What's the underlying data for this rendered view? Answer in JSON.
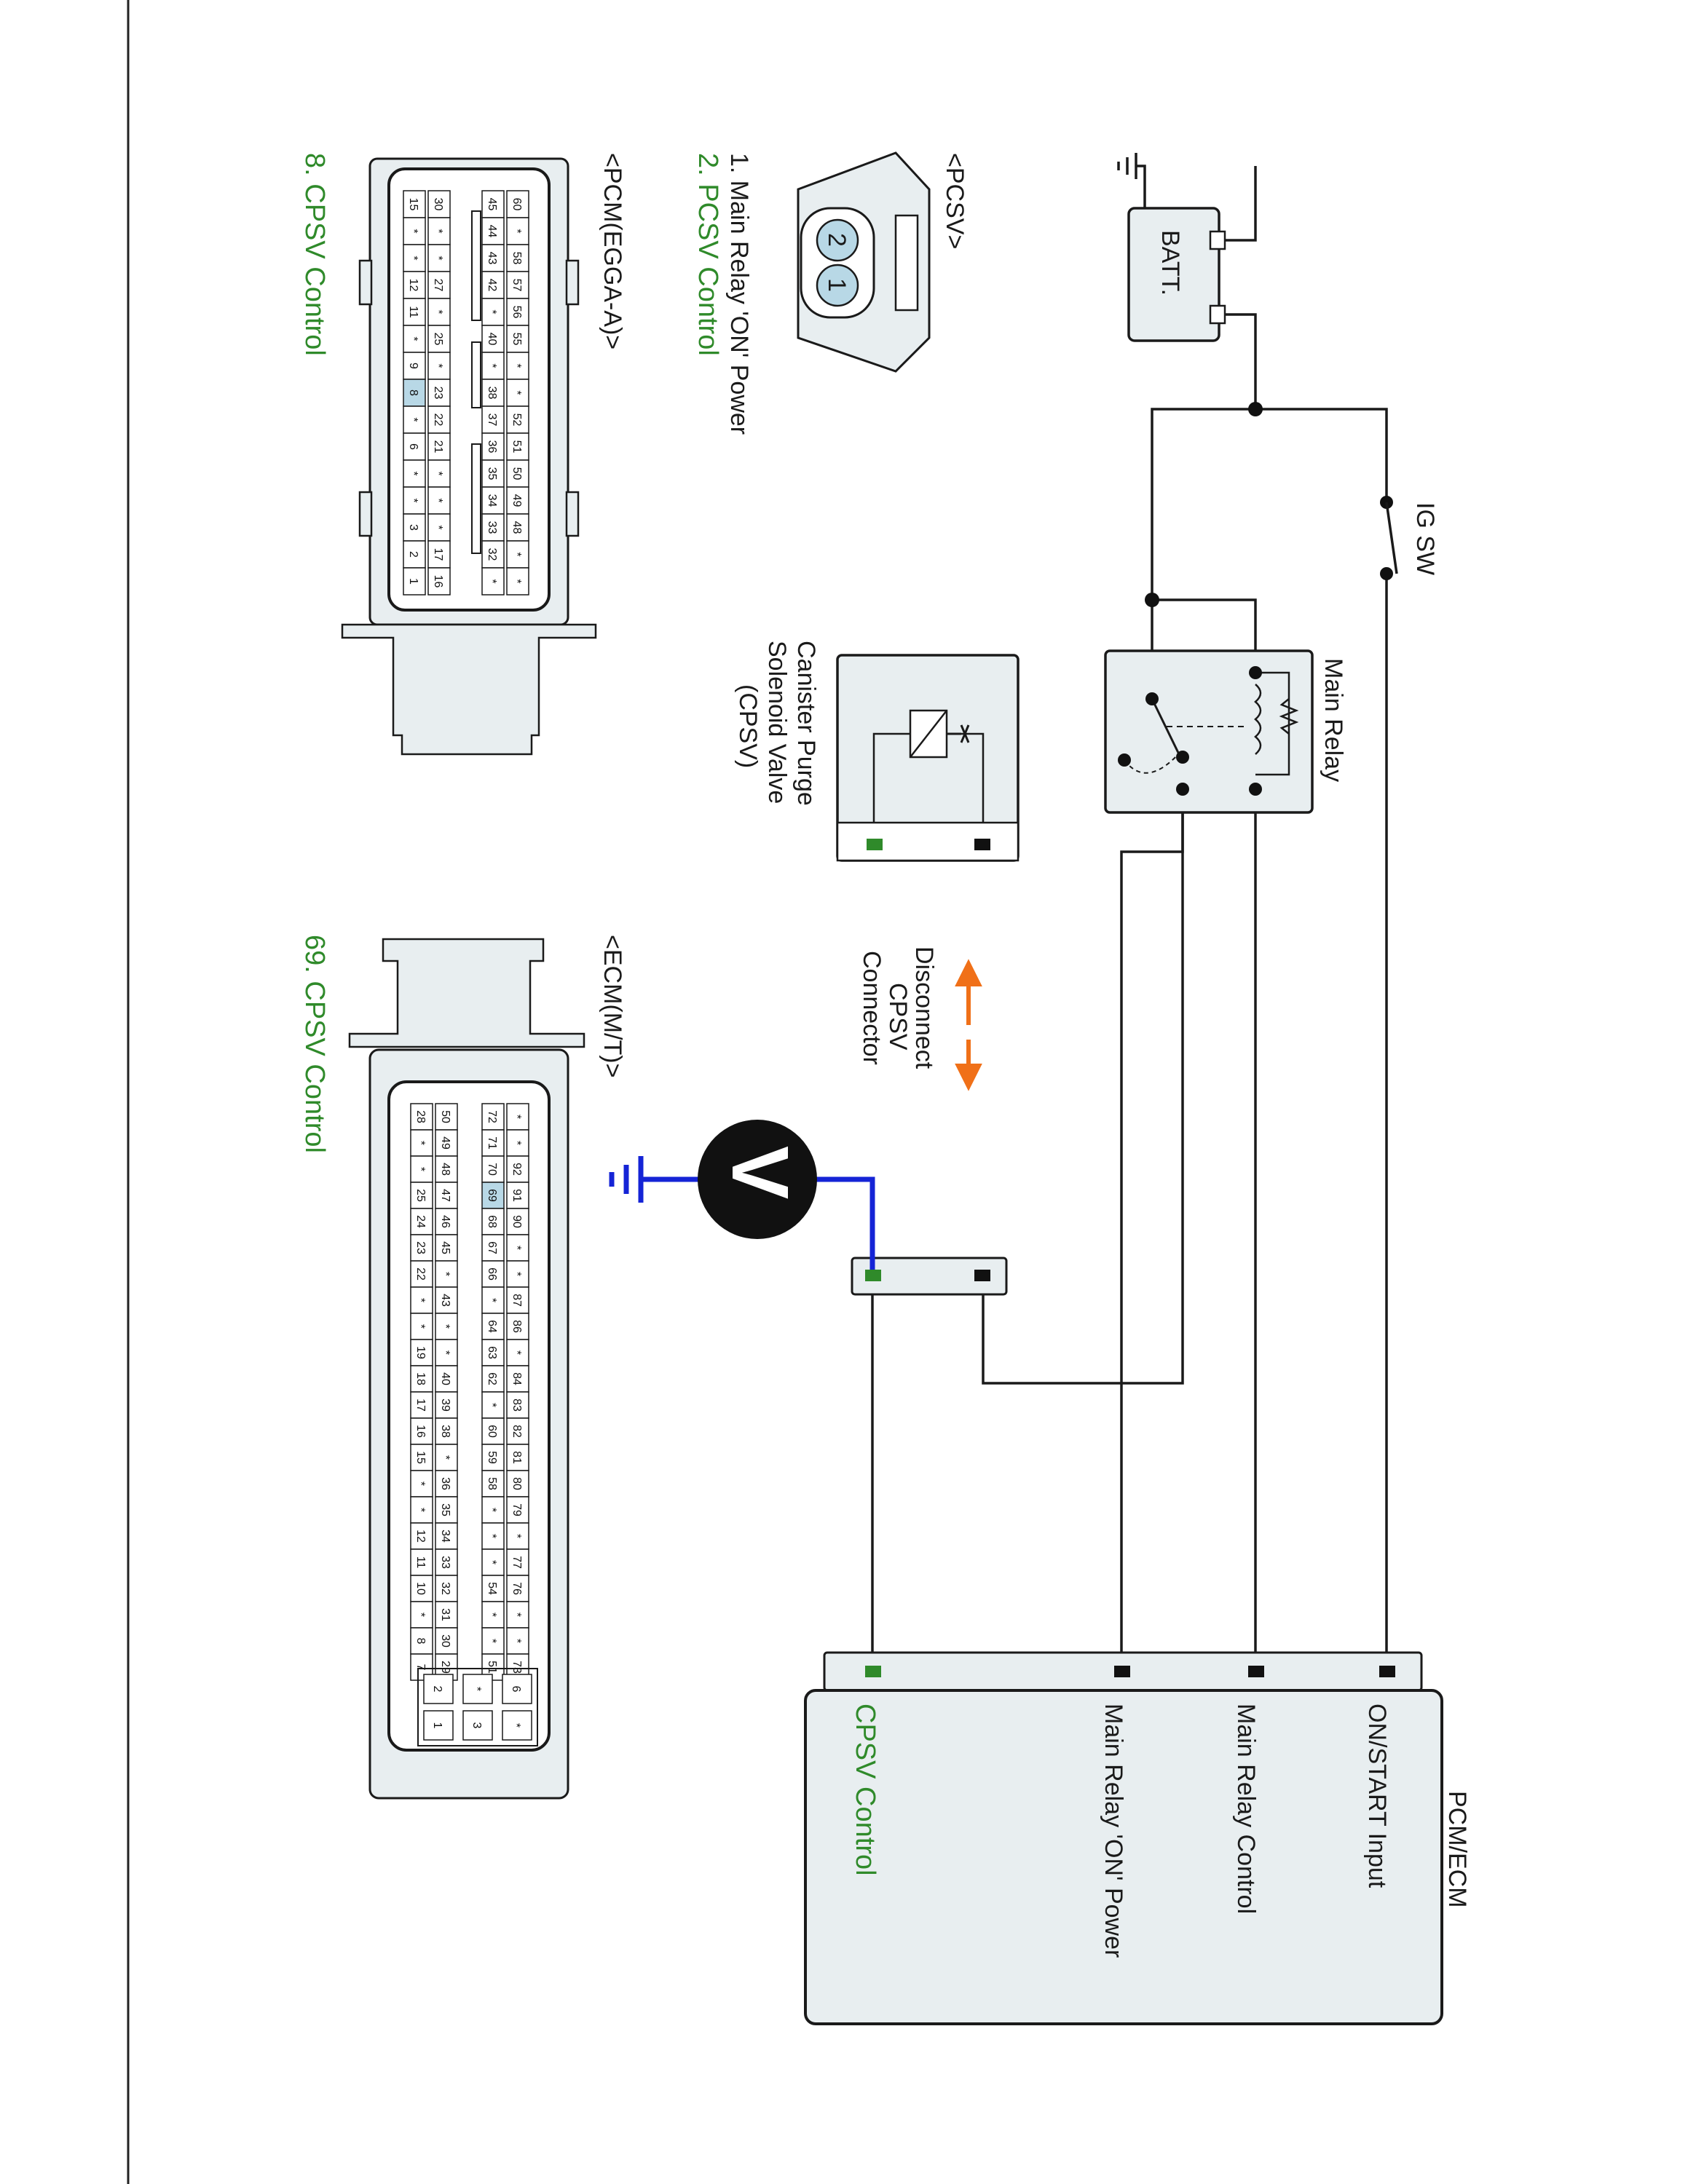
{
  "diagram": {
    "battery": {
      "label": "BATT.",
      "plus": "+",
      "minus": "-"
    },
    "ig_switch": {
      "label": "IG SW"
    },
    "main_relay": {
      "label": "Main Relay"
    },
    "cpsv": {
      "label_line1": "Canister Purge",
      "label_line2": "Solenoid Valve",
      "label_line3": "(CPSV)"
    },
    "disconnect_note": {
      "line1": "Disconnect",
      "line2": "CPSV",
      "line3": "Connector"
    },
    "voltmeter": {
      "symbol": "V"
    },
    "pcm_ecm": {
      "title": "PCM/ECM",
      "terminals": [
        "ON/START Input",
        "Main Relay Control",
        "Main Relay 'ON' Power",
        "CPSV Control"
      ]
    },
    "pcsv_connector": {
      "title": "<PCSV>",
      "pins": [
        "2",
        "1"
      ],
      "pin_notes": [
        "1. Main Relay 'ON' Power",
        "2. PCSV Control"
      ]
    },
    "pcm_egga_connector": {
      "title": "<PCM(EGGA-A)>",
      "note": "8. CPSV Control",
      "rows": [
        [
          "60",
          "*",
          "58",
          "57",
          "56",
          "55",
          "*",
          "*",
          "52",
          "51",
          "50",
          "49",
          "48",
          "*",
          "*"
        ],
        [
          "45",
          "44",
          "43",
          "42",
          "*",
          "40",
          "*",
          "38",
          "37",
          "36",
          "35",
          "34",
          "33",
          "32",
          "*"
        ],
        [
          "30",
          "*",
          "*",
          "27",
          "*",
          "25",
          "*",
          "23",
          "22",
          "21",
          "*",
          "*",
          "*",
          "17",
          "16"
        ],
        [
          "15",
          "*",
          "*",
          "12",
          "11",
          "*",
          "9",
          "8",
          "*",
          "6",
          "*",
          "*",
          "3",
          "2",
          "1"
        ]
      ]
    },
    "ecm_mt_connector": {
      "title": "<ECM(M/T)>",
      "note": "69. CPSV Control",
      "rows": [
        [
          "*",
          "*",
          "92",
          "91",
          "90",
          "*",
          "*",
          "87",
          "86",
          "*",
          "84",
          "83",
          "82",
          "81",
          "80",
          "79",
          "*",
          "77",
          "76",
          "*",
          "*",
          "73"
        ],
        [
          "72",
          "71",
          "70",
          "69",
          "68",
          "67",
          "66",
          "*",
          "64",
          "63",
          "62",
          "*",
          "60",
          "59",
          "58",
          "*",
          "*",
          "*",
          "54",
          "*",
          "*",
          "51"
        ],
        [
          "50",
          "49",
          "48",
          "47",
          "46",
          "45",
          "*",
          "43",
          "*",
          "*",
          "40",
          "39",
          "38",
          "*",
          "36",
          "35",
          "34",
          "33",
          "32",
          "31",
          "30",
          "29"
        ],
        [
          "28",
          "*",
          "*",
          "25",
          "24",
          "23",
          "22",
          "*",
          "*",
          "19",
          "18",
          "17",
          "16",
          "15",
          "*",
          "*",
          "12",
          "11",
          "10",
          "*",
          "8",
          "7"
        ]
      ],
      "aux_pins": [
        [
          "6",
          "*"
        ],
        [
          "*",
          "3"
        ],
        [
          "2",
          "1"
        ]
      ]
    },
    "colors": {
      "wire": "#1a1a1a",
      "probe": "#1524d6",
      "green": "#2f8a2a",
      "arrow": "#f07018",
      "box": "#e8eef0",
      "pin_highlight": "#b8d8e6"
    }
  }
}
